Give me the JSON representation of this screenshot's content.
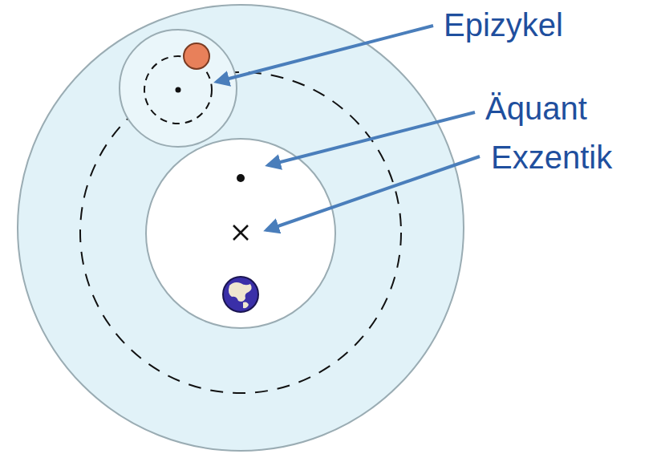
{
  "diagram": {
    "labels": [
      "Epizykel",
      "Äquant",
      "Exzentik"
    ]
  }
}
